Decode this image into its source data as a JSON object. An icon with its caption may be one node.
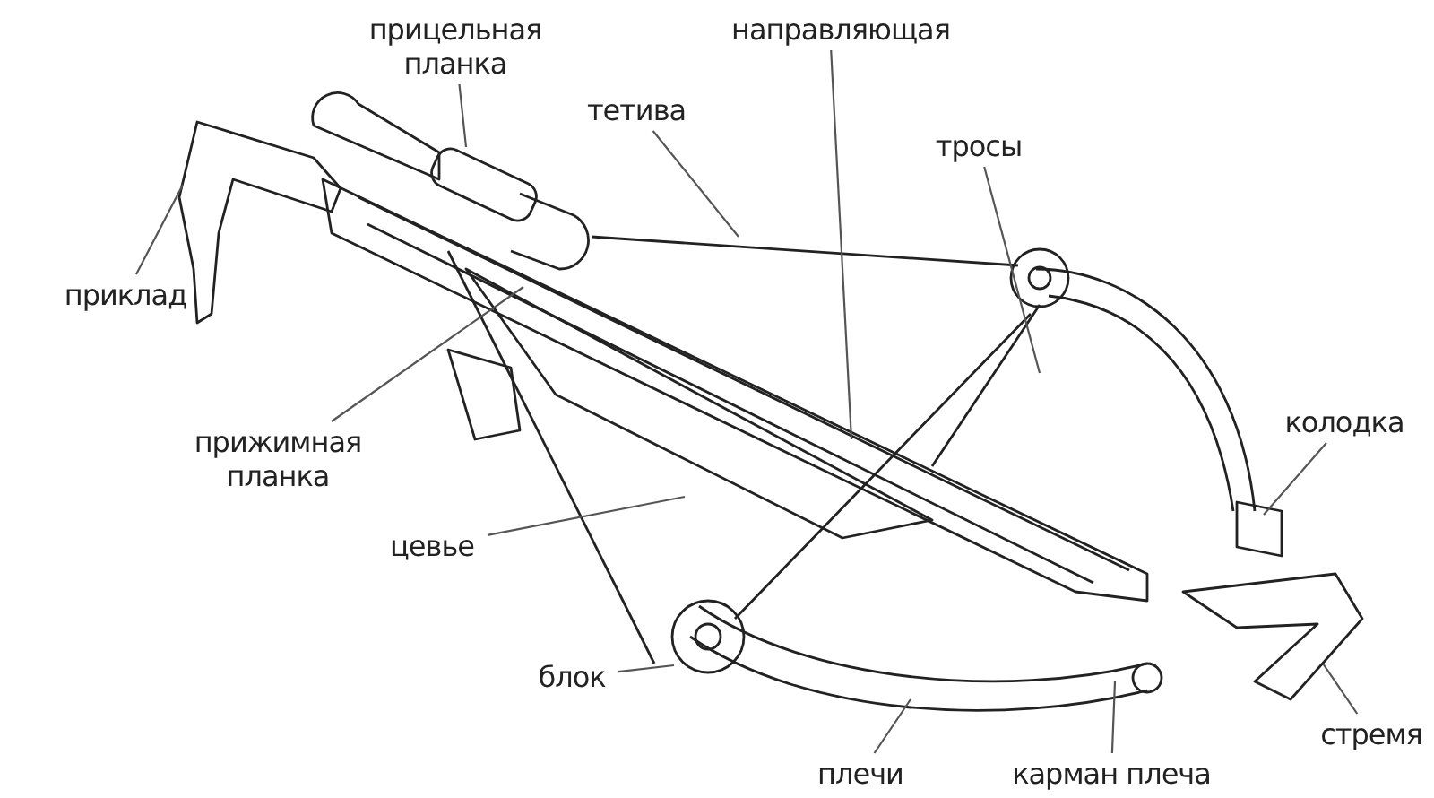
{
  "diagram": {
    "nodes": [
      {
        "text": [
          "прицельная планка"
        ]
      },
      {
        "text": [
          "направляющая"
        ]
      },
      {
        "text": [
          "тетива"
        ]
      },
      {
        "text": [
          "тросы"
        ]
      },
      {
        "text": [
          "приклад"
        ]
      },
      {
        "text": [
          "прижимная планка"
        ]
      },
      {
        "text": [
          "цевье"
        ]
      },
      {
        "text": [
          "блок"
        ]
      },
      {
        "text": [
          "колодка"
        ]
      },
      {
        "text": [
          "стремя"
        ]
      },
      {
        "text": [
          "плечи"
        ]
      },
      {
        "text": [
          "карман плеча"
        ]
      }
    ],
    "edges": [
      {
        "from": 0,
        "to": null,
        "arrow": "none"
      },
      {
        "from": 1,
        "to": null,
        "arrow": "none"
      },
      {
        "from": 2,
        "to": null,
        "arrow": "none"
      },
      {
        "from": 3,
        "to": null,
        "arrow": "none"
      },
      {
        "from": 4,
        "to": null,
        "arrow": "none"
      },
      {
        "from": 5,
        "to": null,
        "arrow": "none"
      },
      {
        "from": 6,
        "to": null,
        "arrow": "none"
      },
      {
        "from": 7,
        "to": null,
        "arrow": "none"
      },
      {
        "from": 8,
        "to": null,
        "arrow": "none"
      },
      {
        "from": 9,
        "to": null,
        "arrow": "none"
      },
      {
        "from": 10,
        "to": null,
        "arrow": "none"
      },
      {
        "from": 11,
        "to": null,
        "arrow": "none"
      }
    ]
  }
}
